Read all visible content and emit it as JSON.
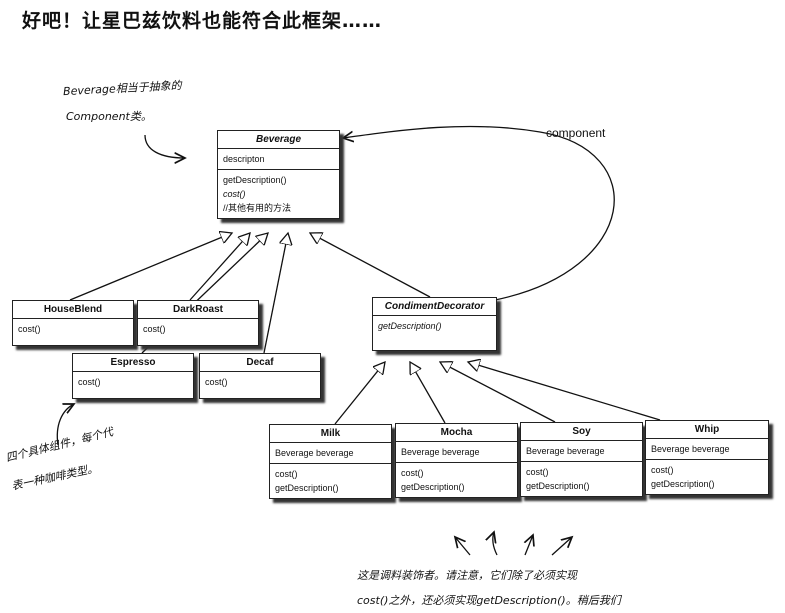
{
  "title": "好吧！让星巴兹饮料也能符合此框架……",
  "notes": {
    "component_note_line1": "Beverage相当于抽象的",
    "component_note_line2": "Component类。",
    "concrete_note_line1": "四个具体组件，每个代",
    "concrete_note_line2": "表一种咖啡类型。",
    "decorator_note_line1": "这是调料装饰者。请注意，它们除了必须实现",
    "decorator_note_line2": "cost()之外，还必须实现getDescription()。稍后我们"
  },
  "component_label": "component",
  "beverage": {
    "name": "Beverage",
    "field": "descripton",
    "methods": [
      "getDescription()",
      "cost()",
      "//其他有用的方法"
    ]
  },
  "components": [
    {
      "name": "HouseBlend",
      "method": "cost()"
    },
    {
      "name": "DarkRoast",
      "method": "cost()"
    },
    {
      "name": "Espresso",
      "method": "cost()"
    },
    {
      "name": "Decaf",
      "method": "cost()"
    }
  ],
  "condiment_decorator": {
    "name": "CondimentDecorator",
    "method": "getDescription()"
  },
  "decorators": [
    {
      "name": "Milk",
      "field": "Beverage beverage",
      "methods": [
        "cost()",
        "getDescription()"
      ]
    },
    {
      "name": "Mocha",
      "field": "Beverage beverage",
      "methods": [
        "cost()",
        "getDescription()"
      ]
    },
    {
      "name": "Soy",
      "field": "Beverage beverage",
      "methods": [
        "cost()",
        "getDescription()"
      ]
    },
    {
      "name": "Whip",
      "field": "Beverage beverage",
      "methods": [
        "cost()",
        "getDescription()"
      ]
    }
  ]
}
